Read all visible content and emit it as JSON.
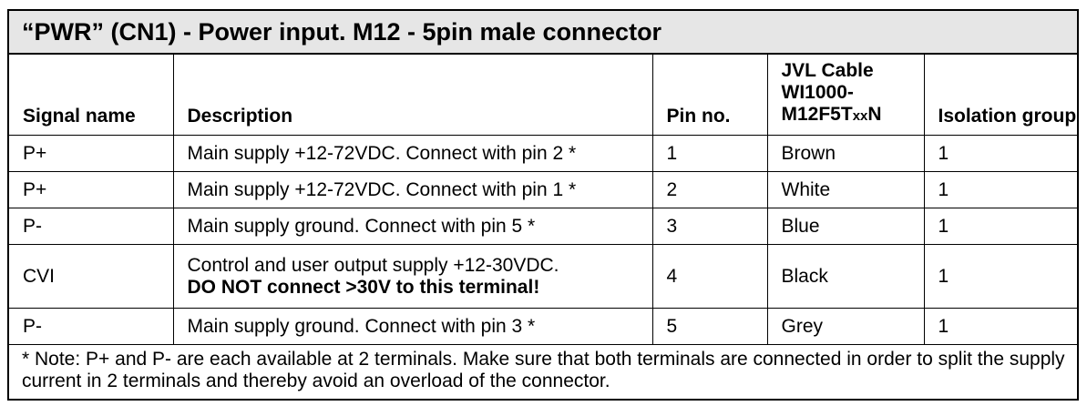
{
  "title": "“PWR” (CN1) - Power input. M12 - 5pin male connector",
  "headers": {
    "signal": "Signal name",
    "description": "Description",
    "pin": "Pin no.",
    "cable_line1": "JVL Cable",
    "cable_line2": "WI1000-",
    "cable_line3_a": "M12F5T",
    "cable_line3_b": "xx",
    "cable_line3_c": "N",
    "isolation": "Isolation group"
  },
  "rows": [
    {
      "signal": "P+",
      "description": "Main supply +12-72VDC. Connect with pin 2 *",
      "pin": "1",
      "cable": "Brown",
      "isolation": "1"
    },
    {
      "signal": "P+",
      "description": "Main supply +12-72VDC. Connect with pin 1 *",
      "pin": "2",
      "cable": "White",
      "isolation": "1"
    },
    {
      "signal": "P-",
      "description": "Main supply ground. Connect with pin 5 *",
      "pin": "3",
      "cable": "Blue",
      "isolation": "1"
    },
    {
      "signal": "CVI",
      "description": "Control and user output supply +12-30VDC.",
      "description_warning": "DO NOT connect >30V to this terminal!",
      "pin": "4",
      "cable": "Black",
      "isolation": "1"
    },
    {
      "signal": "P-",
      "description": "Main supply ground. Connect with pin 3 *",
      "pin": "5",
      "cable": "Grey",
      "isolation": "1"
    }
  ],
  "note": "* Note: P+ and P- are each available at 2 terminals. Make sure that both terminals are connected in order to split the supply current in 2 terminals and thereby avoid an overload of the connector."
}
